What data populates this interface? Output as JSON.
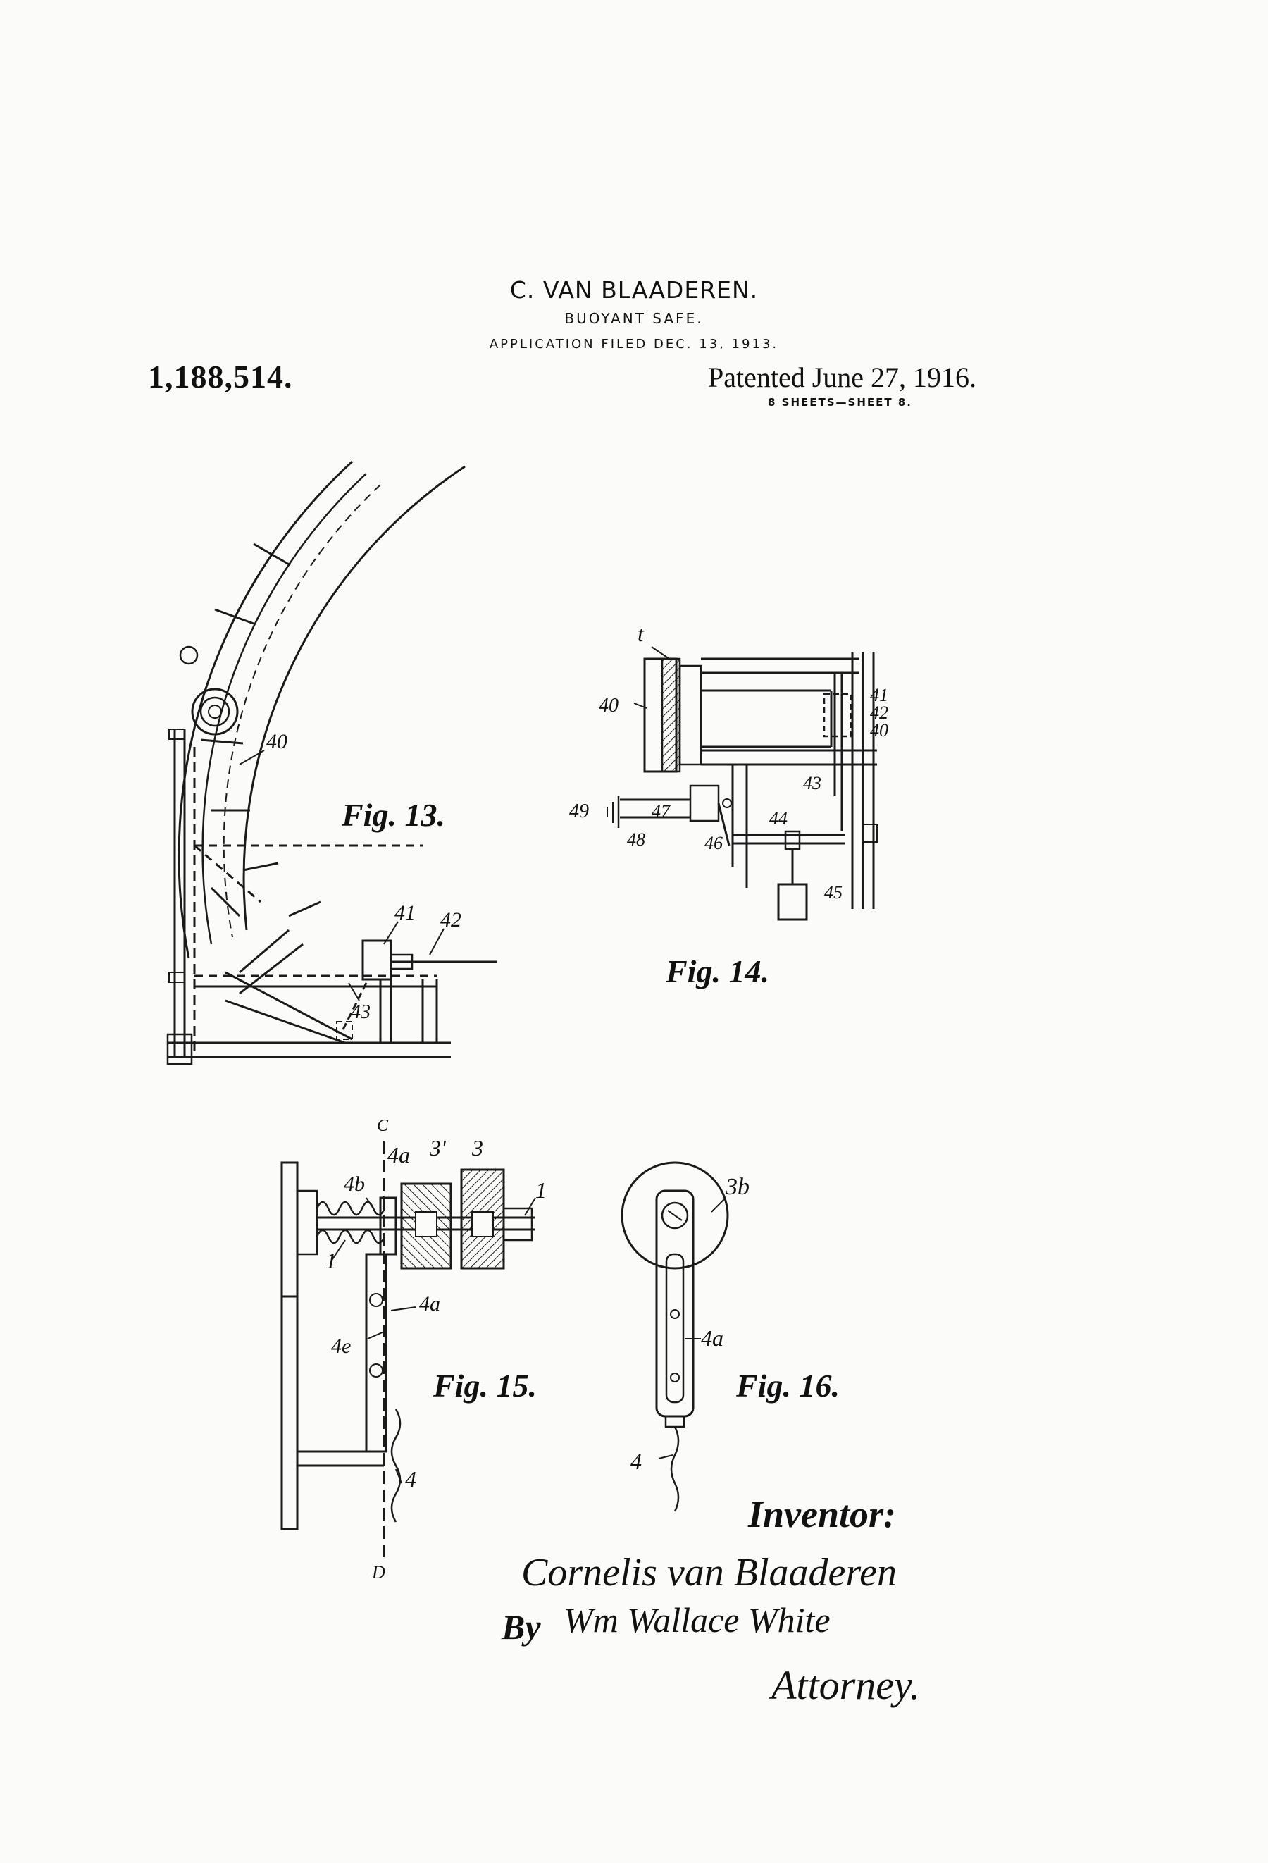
{
  "header": {
    "inventor_name": "C. VAN BLAADEREN.",
    "invention_title": "BUOYANT SAFE.",
    "application_filed": "APPLICATION FILED DEC. 13, 1913.",
    "patent_number": "1,188,514.",
    "patented_date": "Patented June 27, 1916.",
    "sheets": "8 SHEETS—SHEET 8."
  },
  "figures": {
    "fig13": "Fig. 13.",
    "fig14": "Fig. 14.",
    "fig15": "Fig. 15.",
    "fig16": "Fig. 16."
  },
  "reference_labels": {
    "fig13": [
      "40",
      "41",
      "42",
      "43"
    ],
    "fig14": [
      "t",
      "40",
      "41",
      "42",
      "40",
      "43",
      "44",
      "45",
      "46",
      "47",
      "48",
      "49"
    ],
    "fig15": [
      "C",
      "4a",
      "3'",
      "3",
      "4b",
      "1",
      "1",
      "4a",
      "4e",
      "4",
      "D"
    ],
    "fig16": [
      "3b",
      "4a",
      "4"
    ]
  },
  "signature": {
    "inventor_label": "Inventor:",
    "inventor_name": "Cornelis van Blaaderen",
    "by": "By",
    "attorney_name": "Wm Wallace White",
    "attorney_label": "Attorney."
  }
}
